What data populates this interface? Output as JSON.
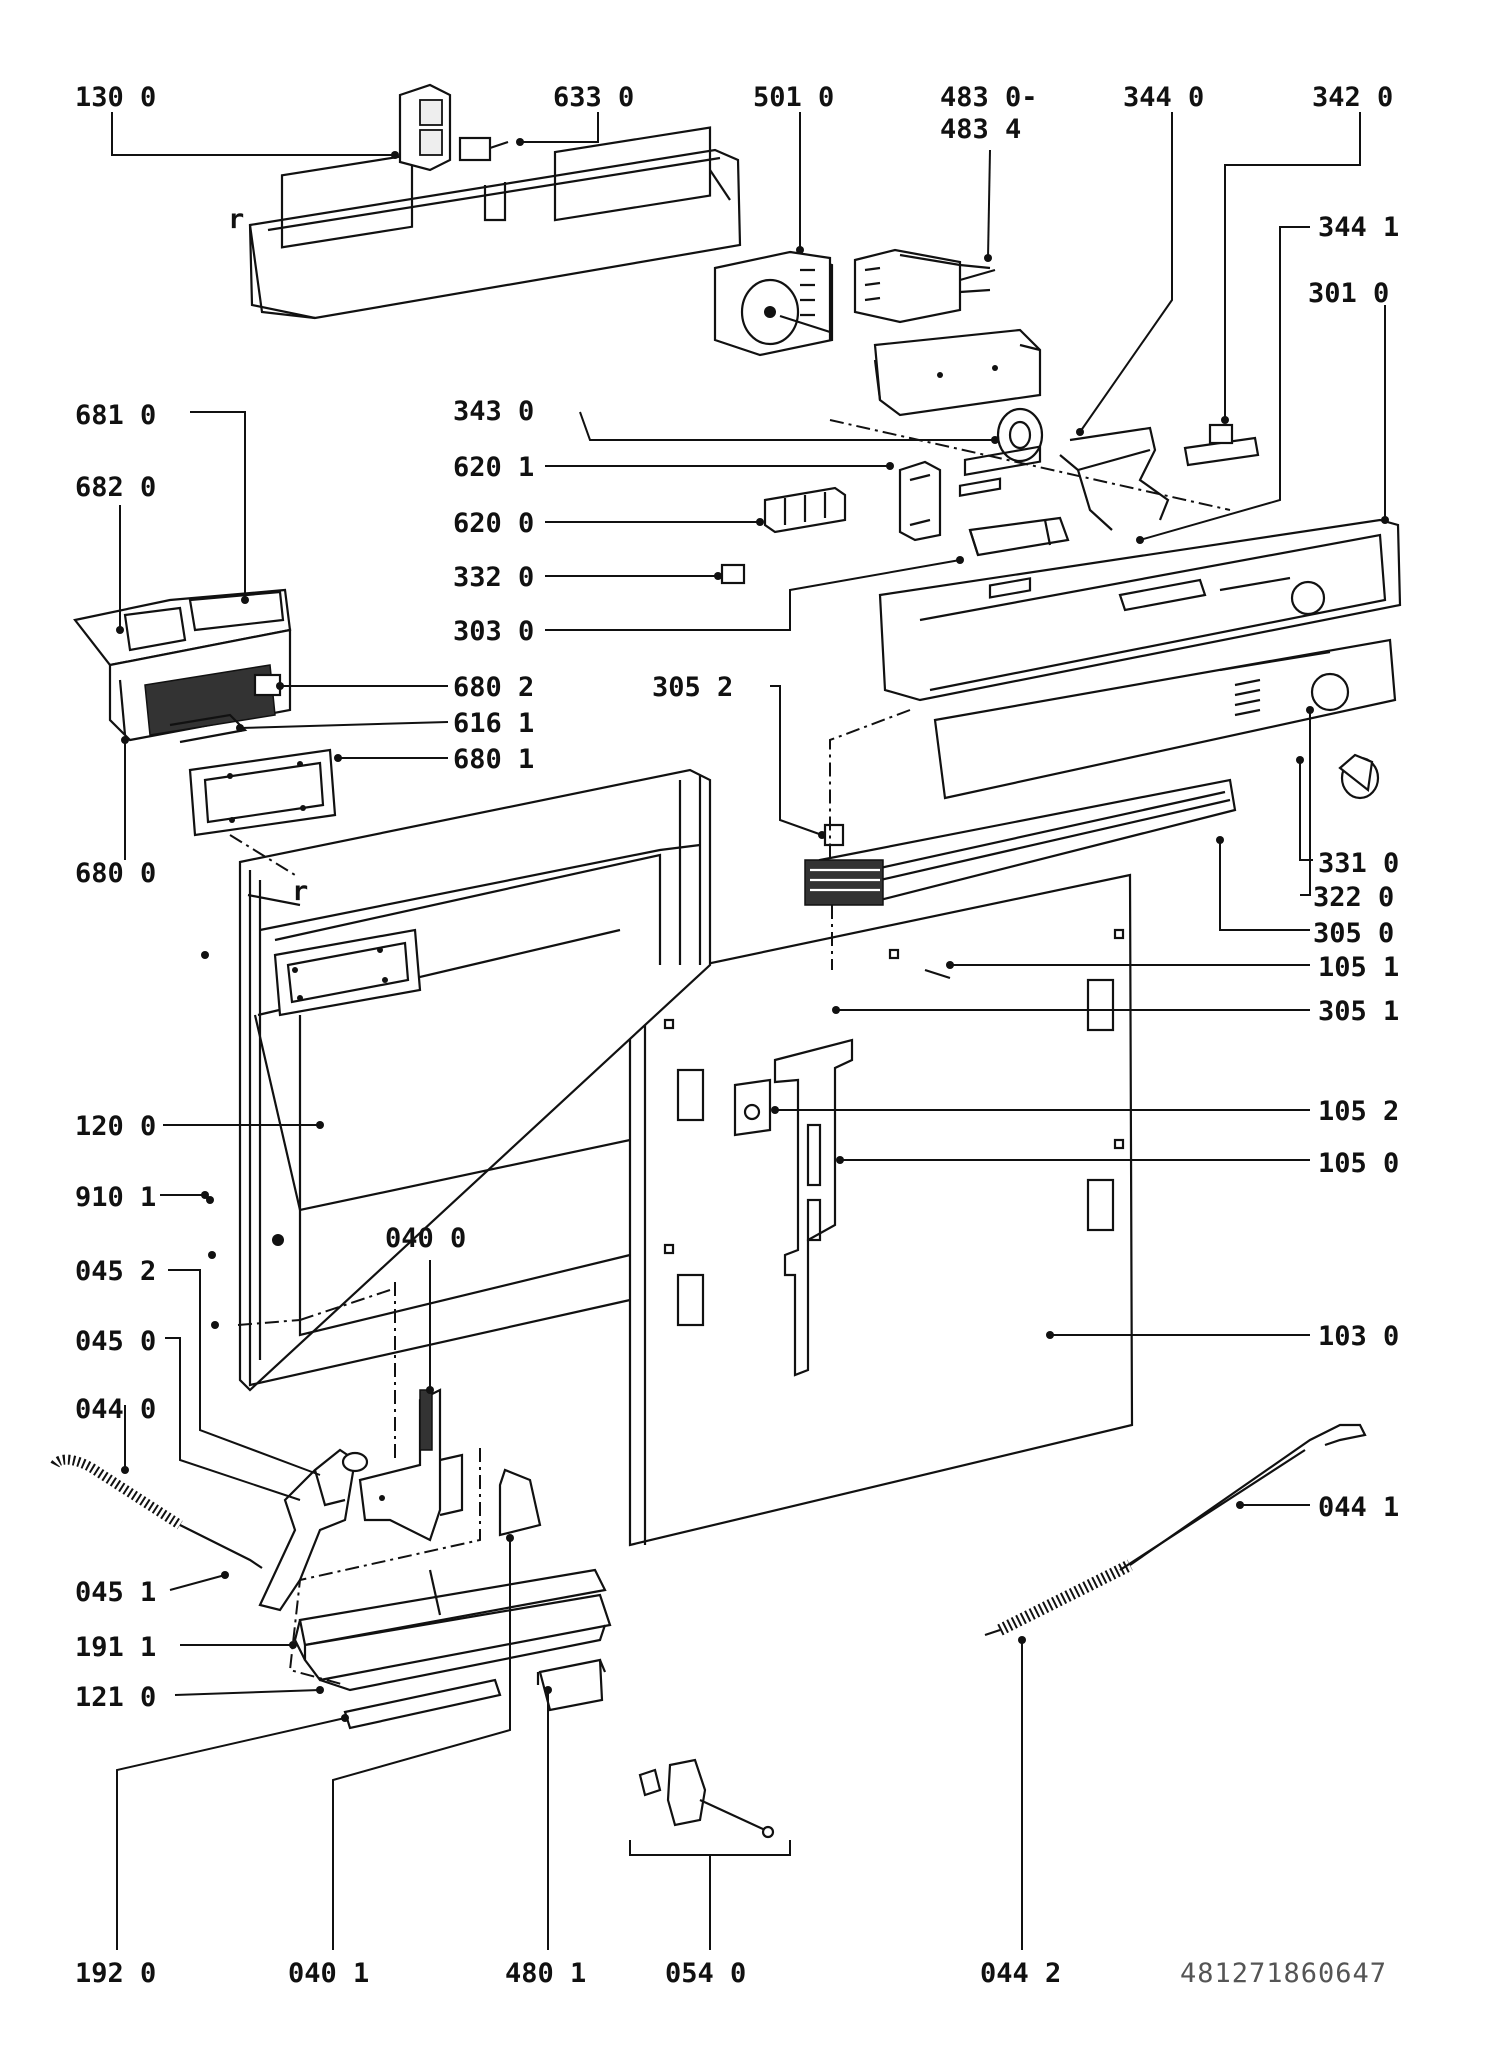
{
  "labels": {
    "l1300": "130 0",
    "l6330": "633 0",
    "l5010": "501 0",
    "l4830": "483 0-",
    "l4834": "483 4",
    "l3440": "344 0",
    "l3420": "342 0",
    "l3441": "344 1",
    "l3010": "301 0",
    "l6810": "681 0",
    "l6820": "682 0",
    "l3430": "343 0",
    "l6201": "620 1",
    "l6200": "620 0",
    "l3320": "332 0",
    "l3030": "303 0",
    "l6802": "680 2",
    "l6161": "616 1",
    "l6801": "680 1",
    "l3052": "305 2",
    "l6800": "680 0",
    "l3310": "331 0",
    "l3220": "322 0",
    "l3050": "305 0",
    "l1051": "105 1",
    "l3051": "305 1",
    "l1052": "105 2",
    "l1050": "105 0",
    "l1200": "120 0",
    "l9101": "910 1",
    "l0400": "040 0",
    "l0452": "045 2",
    "l0450": "045 0",
    "l1030": "103 0",
    "l0440": "044 0",
    "l0441": "044 1",
    "l0451": "045 1",
    "l1911": "191 1",
    "l1210": "121 0",
    "l1920": "192 0",
    "l0401": "040 1",
    "l4801": "480 1",
    "l0540": "054 0",
    "l0442": "044 2"
  },
  "marker_r": "r",
  "drawing_reference": "481271860647"
}
